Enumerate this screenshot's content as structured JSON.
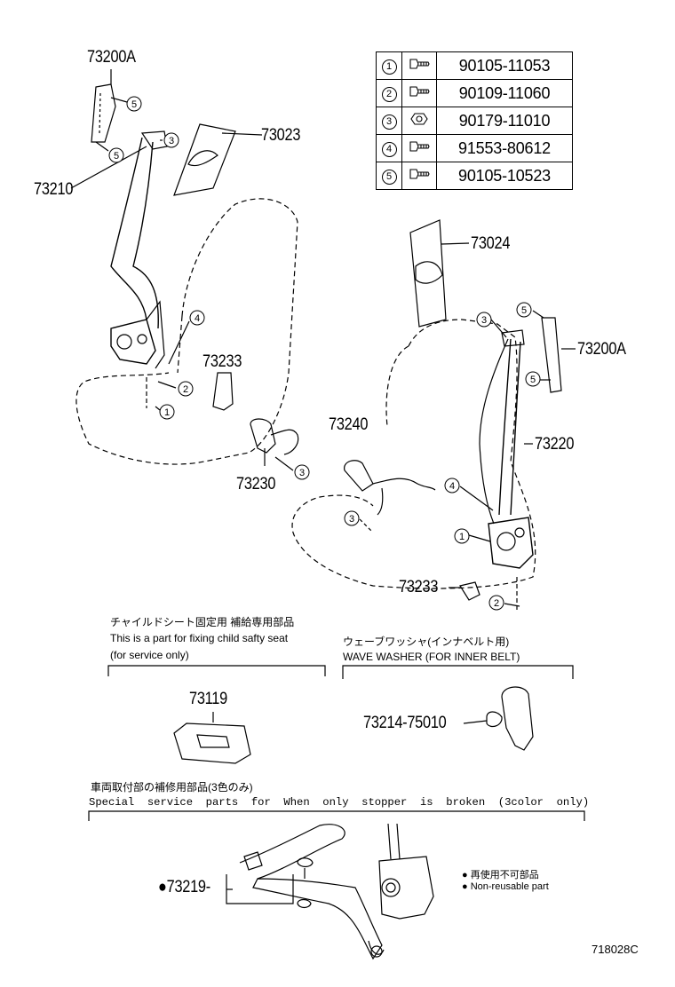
{
  "diagram": {
    "labels": {
      "p73200A_top": "73200A",
      "p73023": "73023",
      "p73210": "73210",
      "p73233_left": "73233",
      "p73230": "73230",
      "p73024": "73024",
      "p73200A_right": "73200A",
      "p73240": "73240",
      "p73220": "73220",
      "p73233_right": "73233",
      "p73119": "73119",
      "p73214": "73214-75010",
      "p73219": "●73219-",
      "code": "718028C"
    },
    "callouts": {
      "n1": "1",
      "n2": "2",
      "n3": "3",
      "n4": "4",
      "n5": "5"
    },
    "parts_table": [
      {
        "num": "1",
        "part": "90105-11053",
        "icon": "bolt-icon"
      },
      {
        "num": "2",
        "part": "90109-11060",
        "icon": "bolt-icon"
      },
      {
        "num": "3",
        "part": "90179-11010",
        "icon": "nut-icon"
      },
      {
        "num": "4",
        "part": "91553-80612",
        "icon": "bolt-icon"
      },
      {
        "num": "5",
        "part": "90105-10523",
        "icon": "bolt-icon"
      }
    ],
    "notes": {
      "child_seat_jp": "チャイルドシート固定用  補給専用部品",
      "child_seat_en1": "This is a part for fixing child safty seat",
      "child_seat_en2": "(for service only)",
      "washer_jp": "ウェーブワッシャ(インナベルト用)",
      "washer_en": "WAVE WASHER (FOR INNER BELT)",
      "special_jp": "車両取付部の補修用部品(3色のみ)",
      "special_en": "Special  service  parts  for  When  only  stopper  is  broken  (3color  only)",
      "legend_jp": "● 再使用不可部品",
      "legend_en": "● Non-reusable part"
    }
  }
}
